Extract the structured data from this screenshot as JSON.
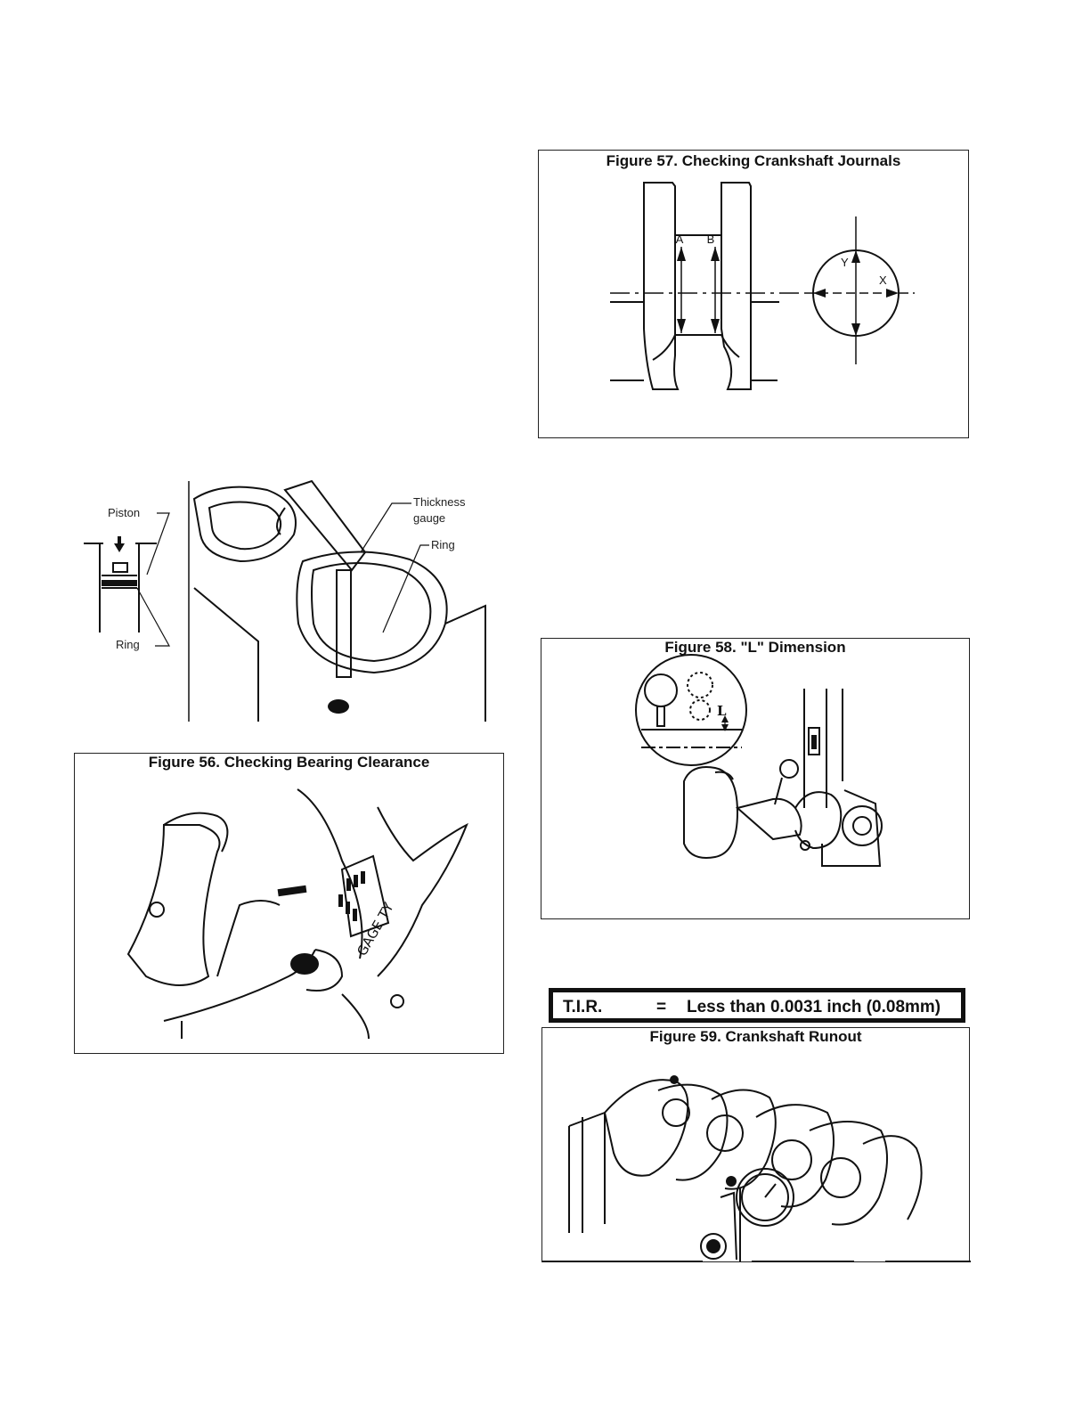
{
  "figure57": {
    "title": "Figure 57. Checking Crankshaft Journals",
    "labels": {
      "a": "A",
      "b": "B",
      "x": "X",
      "y": "Y"
    }
  },
  "figure55": {
    "labels": {
      "piston": "Piston",
      "ring_left": "Ring",
      "thickness_gauge_line1": "Thickness",
      "thickness_gauge_line2": "gauge",
      "ring_right": "Ring"
    }
  },
  "figure56": {
    "title": "Figure 56. Checking Bearing Clearance",
    "gauge_text": "GAGE TY"
  },
  "figure58": {
    "title": "Figure 58. \"L\" Dimension",
    "labels": {
      "l": "L"
    }
  },
  "tir": {
    "label": "T.I.R.",
    "equals": "=",
    "value": "Less than 0.0031 inch (0.08mm)"
  },
  "figure59": {
    "title": "Figure 59. Crankshaft Runout"
  }
}
